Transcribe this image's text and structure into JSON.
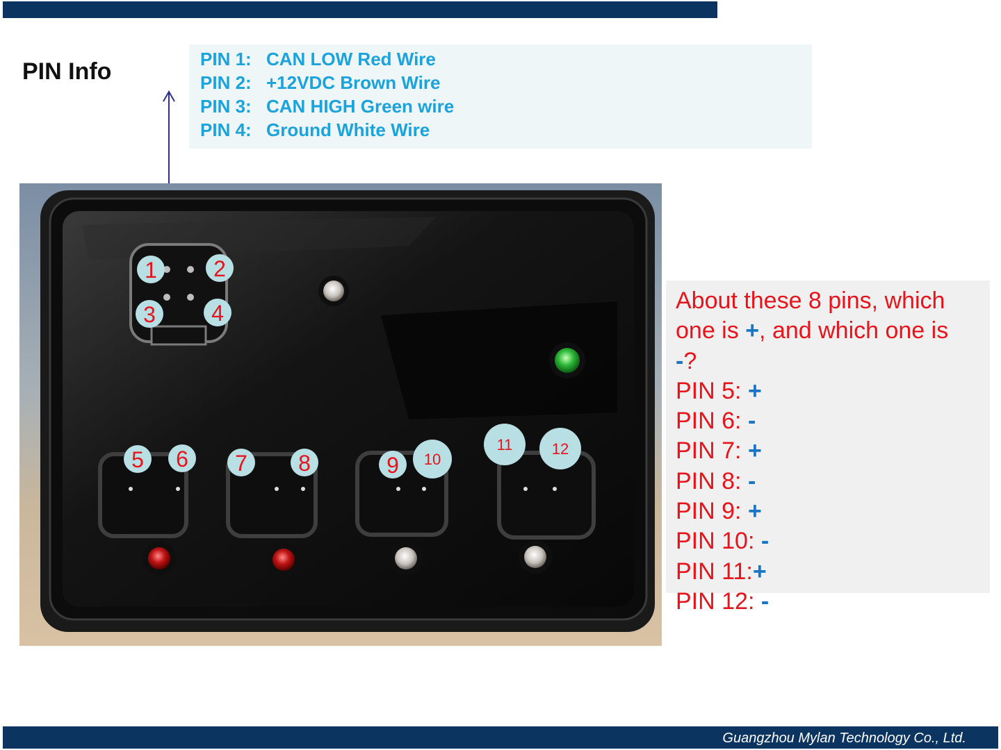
{
  "slide": {
    "title": "PIN Info",
    "company": "Guangzhou Mylan Technology Co., Ltd."
  },
  "pin_info": [
    {
      "label": "PIN 1:",
      "desc": "CAN LOW Red Wire"
    },
    {
      "label": "PIN 2:",
      "desc": "+12VDC Brown Wire"
    },
    {
      "label": "PIN 3:",
      "desc": "CAN HIGH Green wire"
    },
    {
      "label": "PIN 4:",
      "desc": "Ground White Wire"
    }
  ],
  "photo_markers": {
    "m1": "1",
    "m2": "2",
    "m3": "3",
    "m4": "4",
    "m5": "5",
    "m6": "6",
    "m7": "7",
    "m8": "8",
    "m9": "9",
    "m10": "10",
    "m11": "11",
    "m12": "12"
  },
  "question": {
    "line1": "About these 8 pins, which",
    "line2_pre": "one is ",
    "line2_sym": "+",
    "line2_post": ", and which one is",
    "line3_sym": "-",
    "line3_post": "?",
    "answers": [
      {
        "label": "PIN 5: ",
        "sign": "+"
      },
      {
        "label": "PIN 6: ",
        "sign": "-"
      },
      {
        "label": "PIN 7: ",
        "sign": "+"
      },
      {
        "label": "PIN 8: ",
        "sign": "-"
      },
      {
        "label": "PIN 9: ",
        "sign": "+"
      },
      {
        "label": "PIN 10: ",
        "sign": "-"
      },
      {
        "label": "PIN 11:",
        "sign": "+"
      },
      {
        "label": "PIN 12: ",
        "sign": "-"
      }
    ]
  },
  "colors": {
    "bar": "#0b3560",
    "pin_text": "#1aa3dd",
    "question_text": "#e8141b",
    "sign": "#1a75c4",
    "marker_fill": "#b8dfe4",
    "marker_text": "#e8141b",
    "arrow": "#2f2f8f"
  }
}
